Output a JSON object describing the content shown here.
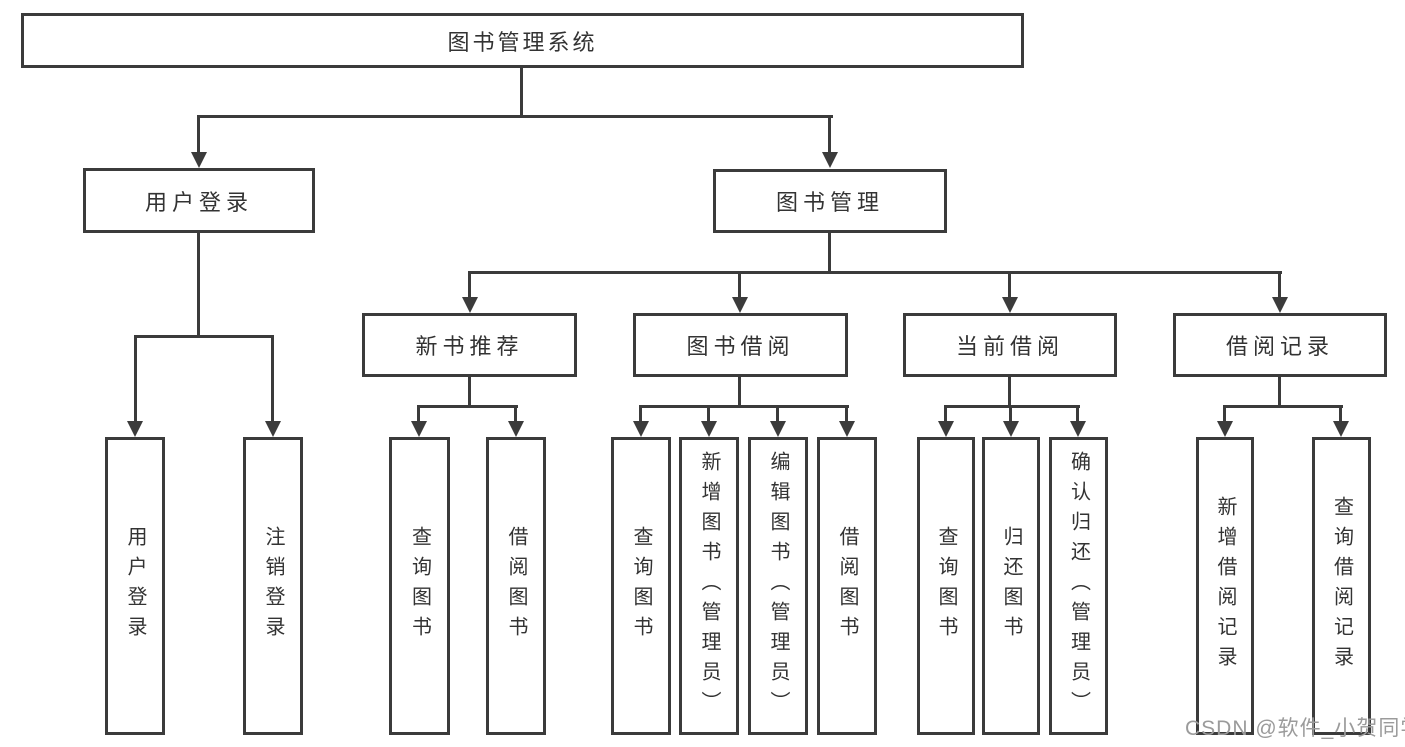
{
  "tree": {
    "root": "图书管理系统",
    "children": [
      {
        "label": "用户登录",
        "children": [
          "用户登录",
          "注销登录"
        ]
      },
      {
        "label": "图书管理",
        "children": [
          {
            "label": "新书推荐",
            "children": [
              "查询图书",
              "借阅图书"
            ]
          },
          {
            "label": "图书借阅",
            "children": [
              "查询图书",
              "新增图书（管理员）",
              "编辑图书（管理员）",
              "借阅图书"
            ]
          },
          {
            "label": "当前借阅",
            "children": [
              "查询图书",
              "归还图书",
              "确认归还（管理员）"
            ]
          },
          {
            "label": "借阅记录",
            "children": [
              "新增借阅记录",
              "查询借阅记录"
            ]
          }
        ]
      }
    ]
  },
  "watermark": "CSDN @软件_小贺同学",
  "colors": {
    "line": "#3b3b3b",
    "text": "#333333",
    "watermark": "#9b9b9b",
    "background": "#ffffff"
  }
}
